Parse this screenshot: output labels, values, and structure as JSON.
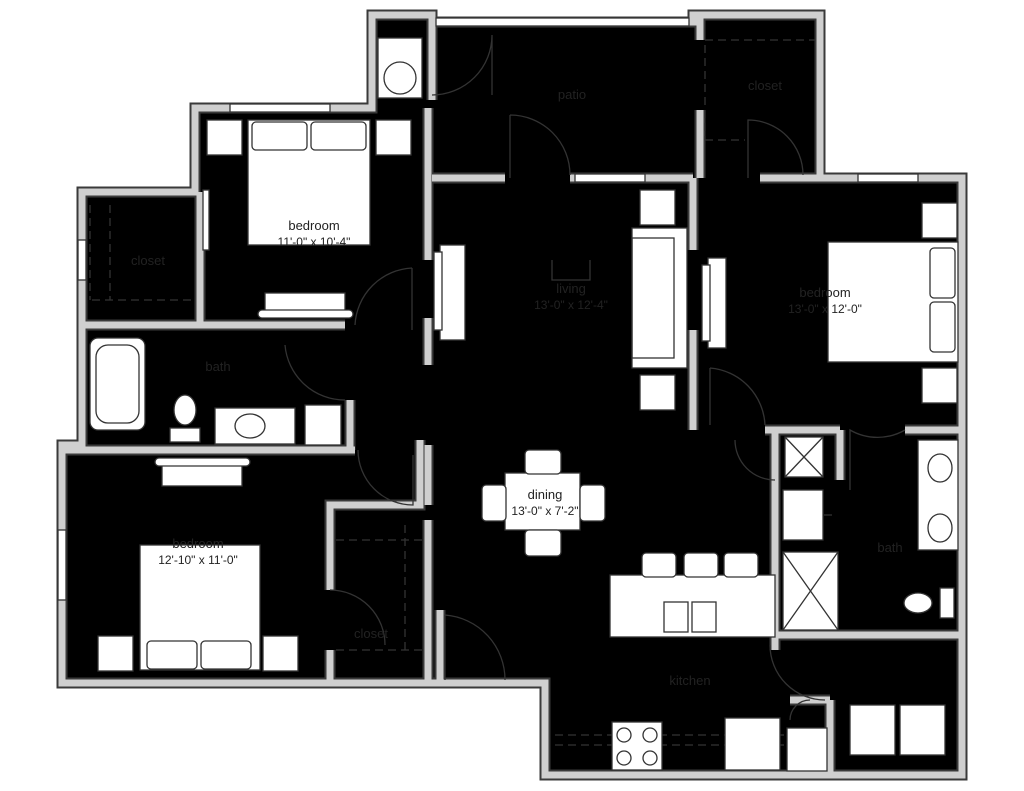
{
  "rooms": {
    "patio": {
      "name": "patio"
    },
    "closet_top_right": {
      "name": "closet"
    },
    "bedroom_top_left": {
      "name": "bedroom",
      "size": "11'-0\" x 10'-4\""
    },
    "closet_left": {
      "name": "closet"
    },
    "living": {
      "name": "living",
      "size": "13'-0\" x 12'-4\""
    },
    "bedroom_right": {
      "name": "bedroom",
      "size": "13'-0\" x 12'-0\""
    },
    "bath_left": {
      "name": "bath"
    },
    "dining": {
      "name": "dining",
      "size": "13'-0\" x 7'-2\""
    },
    "bath_right": {
      "name": "bath"
    },
    "bedroom_bottom_left": {
      "name": "bedroom",
      "size": "12'-10\" x 11'-0\""
    },
    "closet_bottom": {
      "name": "closet"
    },
    "kitchen": {
      "name": "kitchen"
    }
  }
}
